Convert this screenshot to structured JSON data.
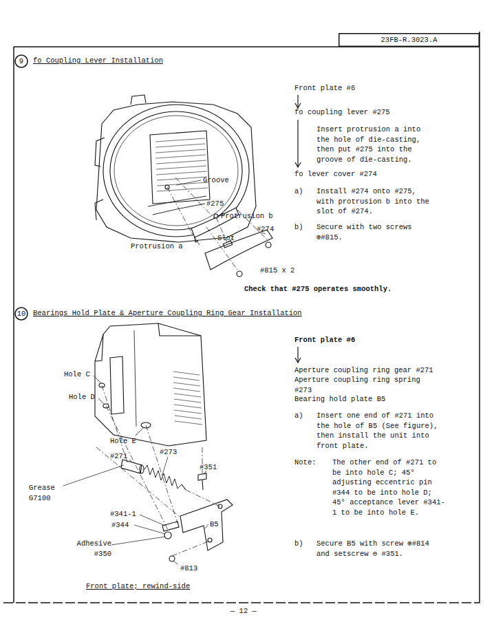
{
  "diagram": {
    "nodes": [
      {
        "text": [
          "23FB-R.3023.A"
        ]
      },
      {
        "text": [
          "9"
        ]
      },
      {
        "text": [
          "10"
        ]
      }
    ],
    "labels": [
      "fo Coupling Lever Installation",
      "Groove",
      "#275",
      "Protrusion b",
      "#274",
      "Slot",
      "Protrusion a",
      "#815 x 2",
      "Front plate #6",
      "fo coupling lever #275",
      "Insert protrusion a into the hole of die-casting, then put #275 into the groove of die-casting.",
      "fo lever cover #274",
      "a)",
      "Install #274 onto #275, with protrusion b into the slot of #274.",
      "b)",
      "Secure with two screws ⊕#815.",
      "Check that #275 operates smoothly.",
      "Bearings Hold Plate & Aperture Coupling Ring Gear Installation",
      "Hole C",
      "Hole D",
      "Hole E",
      "#273",
      "#271",
      "#351",
      "Grease G7100",
      "#341-1",
      "#344",
      "B5",
      "Adhesive #350",
      "#813",
      "Front plate; rewind-side",
      "Front plate #6",
      "Aperture coupling ring gear #271",
      "Aperture coupling ring spring #273",
      "Bearing hold plate B5",
      "a)",
      "Insert one end of #271 into the hole of B5 (See figure), then install the unit into front plate.",
      "Note:",
      "The other end of #271 to be into hole C; 45° adjusting eccentric pin #344 to be into hole D; 45° acceptance lever #341-1 to be into hole E.",
      "b)",
      "Secure B5 with screw ⊕#814 and setscrew ⊖ #351.",
      "— 12 —"
    ]
  }
}
